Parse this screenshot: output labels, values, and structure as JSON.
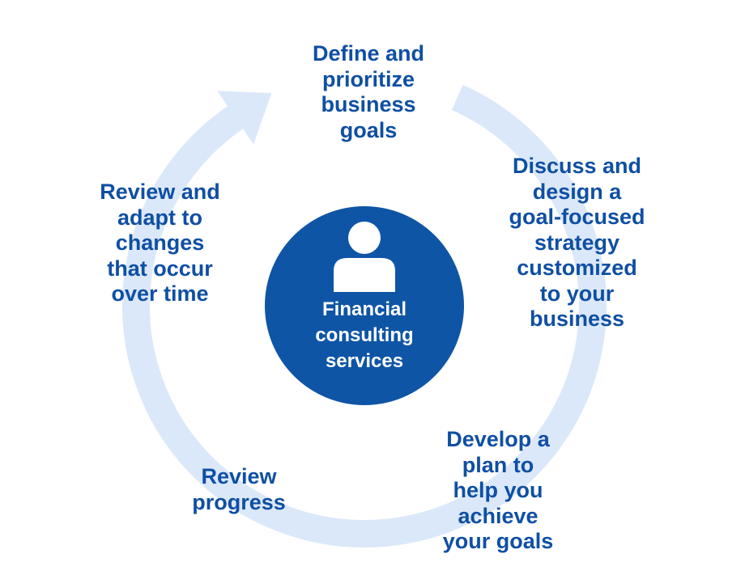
{
  "diagram": {
    "center": {
      "label": "Financial\nconsulting\nservices",
      "icon": "person-icon"
    },
    "steps": [
      {
        "label": "Define and\nprioritize\nbusiness\ngoals"
      },
      {
        "label": "Discuss and\ndesign a\ngoal-focused\nstrategy\ncustomized\nto your\nbusiness"
      },
      {
        "label": "Develop a\nplan to\nhelp you\nachieve\nyour goals"
      },
      {
        "label": "Review\nprogress"
      },
      {
        "label": "Review and\nadapt to\nchanges\nthat occur\nover time"
      }
    ]
  },
  "colors": {
    "text": "#0f4fa3",
    "center_fill": "#0e55a6",
    "ring": "#dbe8fa",
    "icon": "#ffffff"
  }
}
